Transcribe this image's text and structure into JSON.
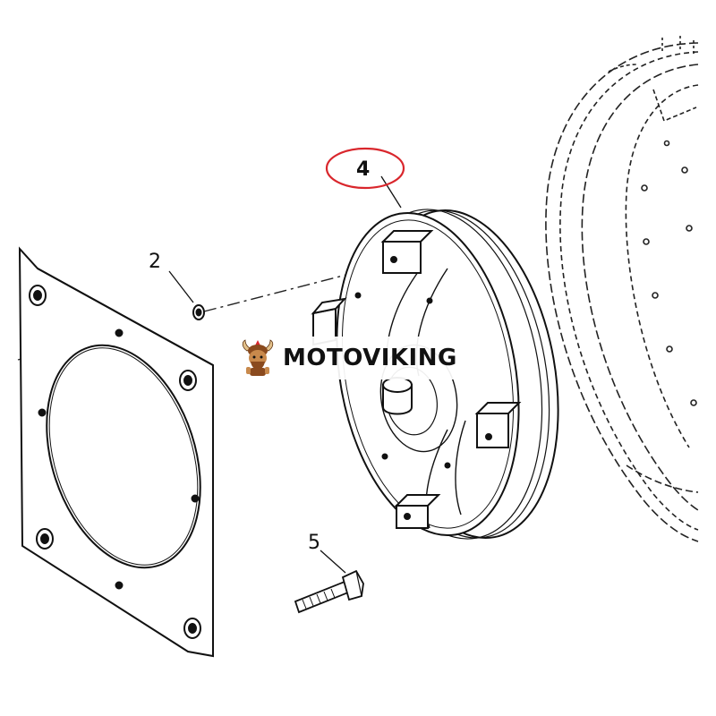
{
  "callouts": [
    {
      "id": "2",
      "label": "2"
    },
    {
      "id": "4",
      "label": "4",
      "highlighted": true
    },
    {
      "id": "5",
      "label": "5"
    }
  ],
  "highlight_color": "#d9262c",
  "line_color": "#111111",
  "watermark": {
    "text": "MOTOVIKING",
    "logo": "viking-mascot-icon",
    "logo_colors": [
      "#8a4a1e",
      "#c8894c",
      "#e2c08a",
      "#d9262c"
    ]
  }
}
